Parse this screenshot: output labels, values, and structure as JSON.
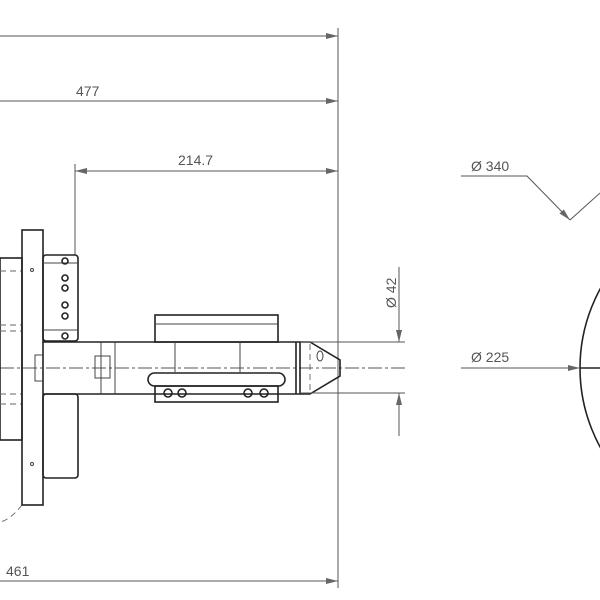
{
  "dimensions": {
    "overall_top": "",
    "length_477": "477",
    "length_214_7": "214.7",
    "length_461": "461",
    "shaft_diameter": "Ø 42",
    "inner_diameter": "Ø 225",
    "outer_diameter": "Ø 340"
  },
  "colors": {
    "line": "#222222",
    "dimension": "#555555"
  }
}
